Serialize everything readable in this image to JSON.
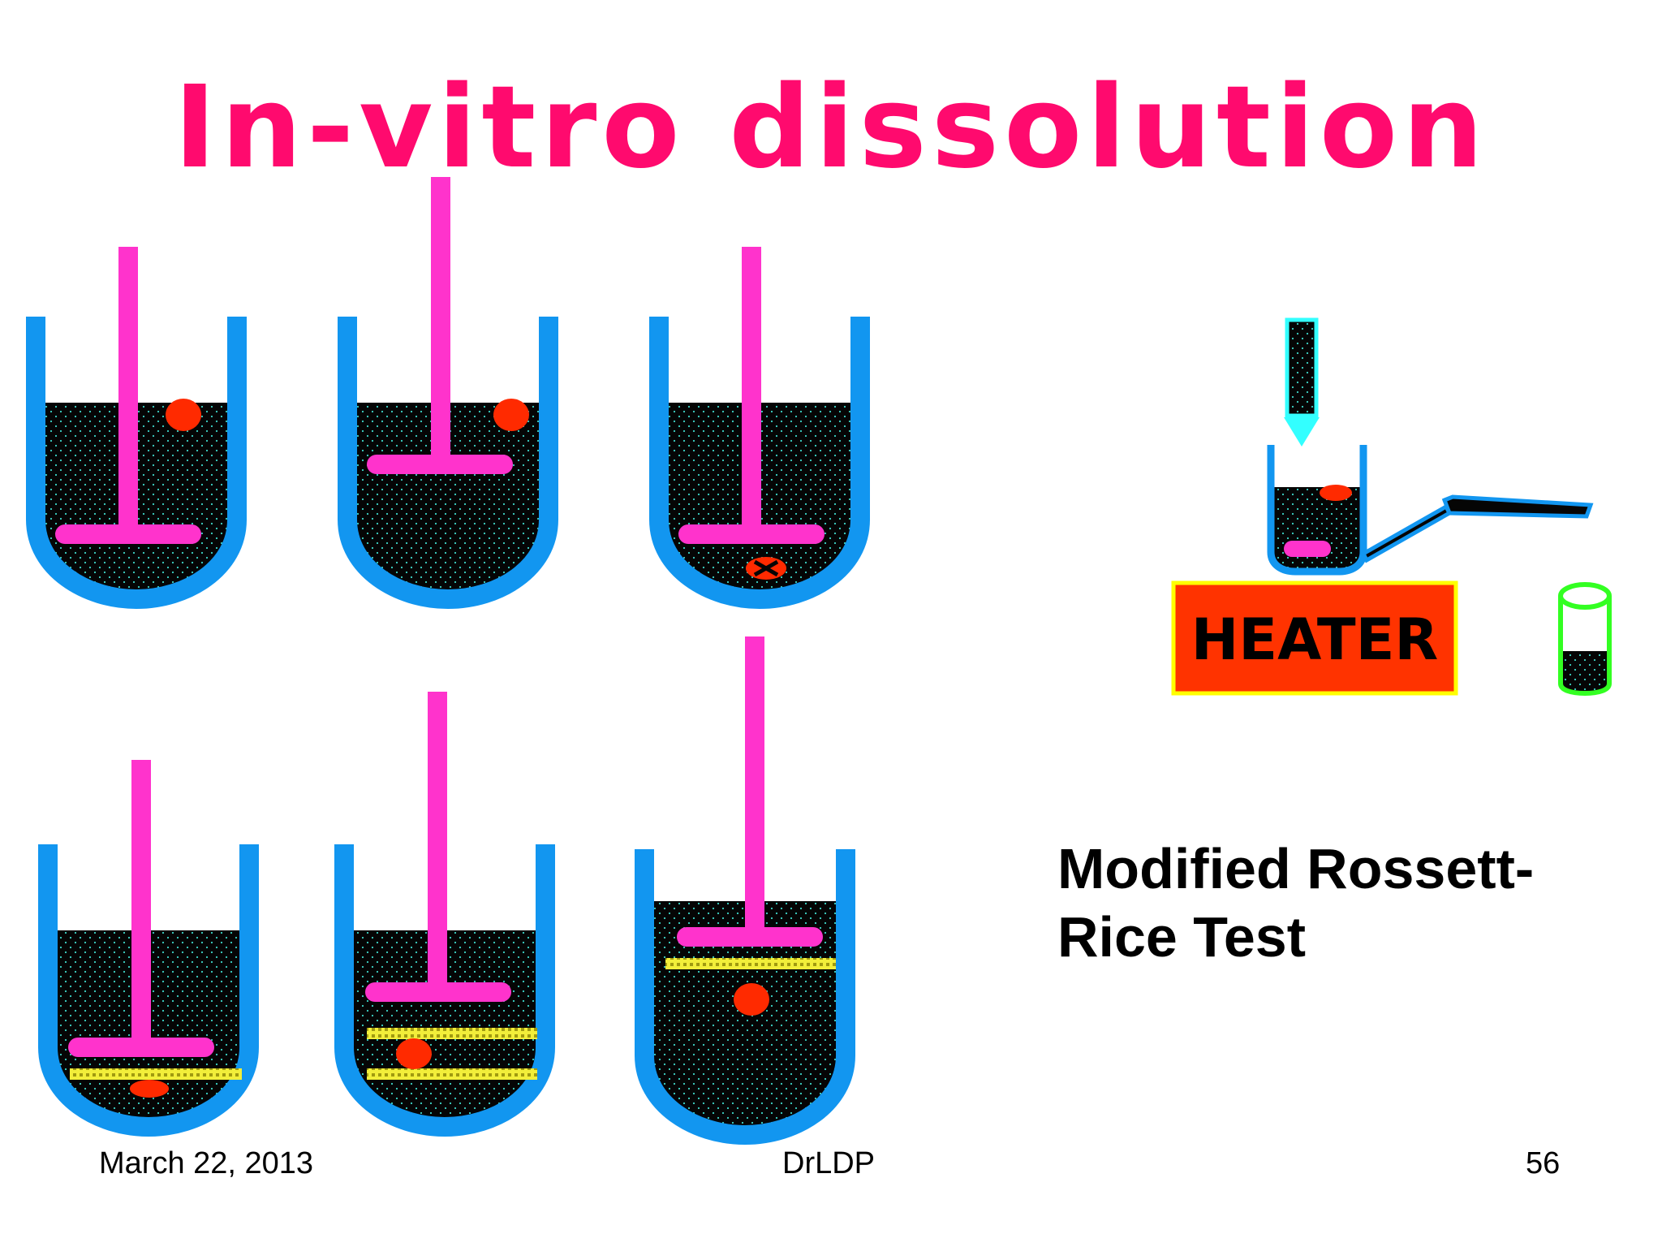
{
  "slide": {
    "title": "In-vitro dissolution",
    "caption_line1": "Modified Rossett-",
    "caption_line2": "Rice Test",
    "heater_label": "HEATER",
    "footer": {
      "date": "March 22, 2013",
      "author": "DrLDP",
      "page_number": "56"
    }
  },
  "colors": {
    "title": "#ff0a6e",
    "vessel_wall": "#1296f0",
    "medium": "#050505",
    "stirrer": "#ff33cc",
    "tablet": "#ff2a00",
    "screen": "#f2ee3a",
    "heater_fill": "#ff3300",
    "heater_border": "#ffff00",
    "funnel": "#33ffff",
    "receiver": "#33ff22"
  },
  "icons": [
    "dissolution-vessel-icon",
    "paddle-stirrer-icon",
    "tablet-icon",
    "mesh-screen-icon",
    "funnel-icon",
    "heater-icon",
    "collection-tube-icon"
  ]
}
